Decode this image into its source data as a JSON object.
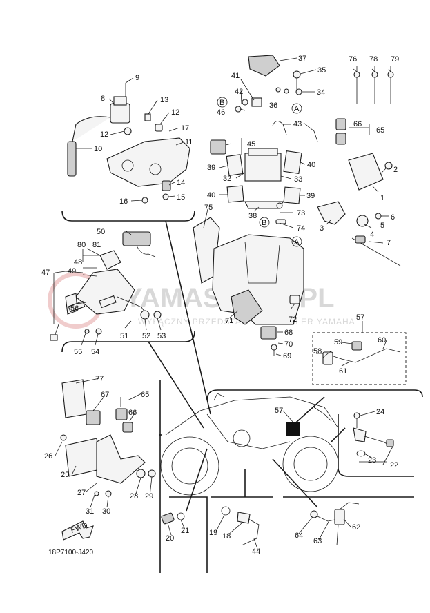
{
  "diagram_code": "18P7100-J420",
  "watermark": {
    "main": "YAMASKLEP.PL",
    "sub": "WYŁĄCZNY PRZEDSTAWICIEL DEALER YAMAHA"
  },
  "arrow_label": "FWD",
  "ref_marks": [
    "A",
    "B"
  ],
  "callouts": {
    "c1": "1",
    "c2": "2",
    "c3": "3",
    "c4": "4",
    "c5": "5",
    "c6": "6",
    "c7": "7",
    "c8": "8",
    "c9": "9",
    "c10": "10",
    "c11": "11",
    "c12": "12",
    "c13": "13",
    "c14": "14",
    "c15": "15",
    "c16": "16",
    "c17": "17",
    "c18": "18",
    "c19": "19",
    "c20": "20",
    "c21": "21",
    "c22": "22",
    "c23": "23",
    "c24": "24",
    "c25": "25",
    "c26": "26",
    "c27": "27",
    "c28": "28",
    "c29": "29",
    "c30": "30",
    "c31": "31",
    "c32": "32",
    "c33": "33",
    "c34": "34",
    "c35": "35",
    "c36": "36",
    "c37": "37",
    "c38": "38",
    "c39": "39",
    "c40": "40",
    "c41": "41",
    "c42": "42",
    "c43": "43",
    "c44": "44",
    "c45": "45",
    "c46": "46",
    "c47": "47",
    "c48": "48",
    "c49": "49",
    "c50": "50",
    "c51": "51",
    "c52": "52",
    "c53": "53",
    "c54": "54",
    "c55": "55",
    "c56": "56",
    "c57": "57",
    "c58": "58",
    "c59": "59",
    "c60": "60",
    "c61": "61",
    "c62": "62",
    "c63": "63",
    "c64": "64",
    "c65": "65",
    "c66": "66",
    "c67": "67",
    "c68": "68",
    "c69": "69",
    "c70": "70",
    "c71": "71",
    "c72": "72",
    "c73": "73",
    "c74": "74",
    "c75": "75",
    "c76": "76",
    "c77": "77",
    "c78": "78",
    "c79": "79",
    "c80": "80",
    "c81": "81"
  }
}
